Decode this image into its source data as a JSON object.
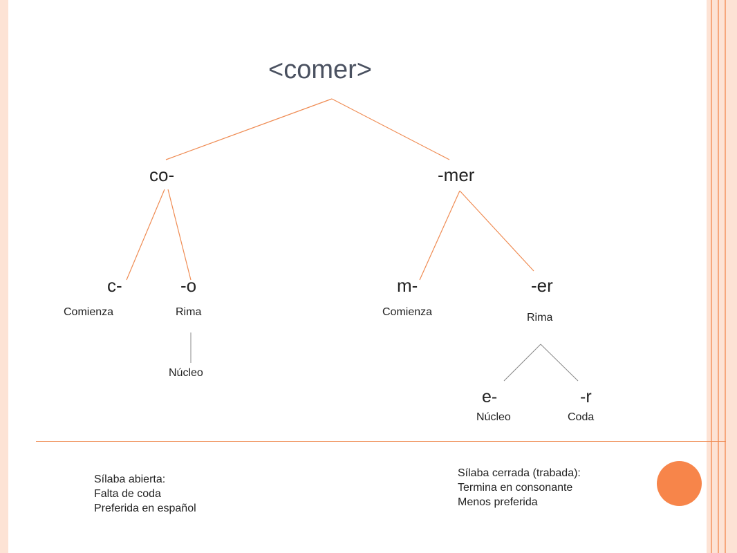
{
  "title": "<comer>",
  "tree": {
    "syllables": [
      {
        "text": "co-"
      },
      {
        "text": "-mer"
      }
    ],
    "segments": [
      {
        "text": "c-",
        "role": "Comienza"
      },
      {
        "text": "-o",
        "role": "Rima"
      },
      {
        "text": "m-",
        "role": "Comienza"
      },
      {
        "text": "-er",
        "role": "Rima"
      }
    ],
    "nucleus_o": "Núcleo",
    "rhyme_er": [
      {
        "text": "e-",
        "role": "Núcleo"
      },
      {
        "text": "-r",
        "role": "Coda"
      }
    ]
  },
  "notes": {
    "open": [
      "Sílaba abierta:",
      "Falta de coda",
      "Preferida en español"
    ],
    "closed": [
      "Sílaba cerrada (trabada):",
      "Termina en consonante",
      "Menos preferida"
    ]
  },
  "colors": {
    "line": "#ef8b52",
    "accent_circle": "#f7854a",
    "border_tint": "#fde3d5",
    "title_text": "#4a5160"
  }
}
